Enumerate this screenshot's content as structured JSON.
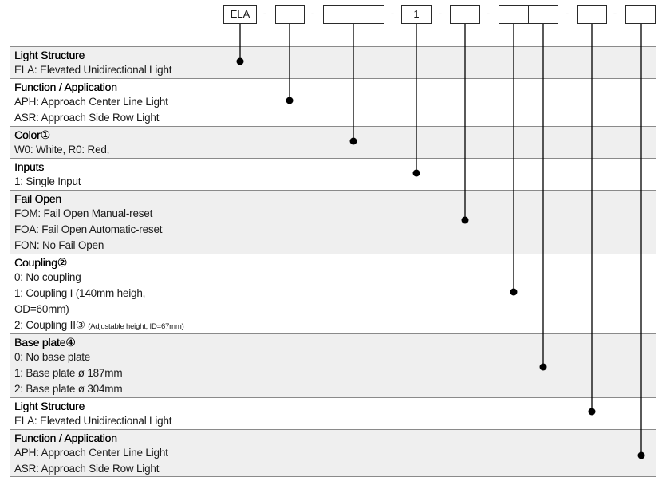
{
  "code": {
    "boxes": [
      "ELA",
      "",
      "",
      "1",
      "",
      "",
      "",
      "",
      ""
    ],
    "dash": "-"
  },
  "rows": [
    {
      "title": "Light Structure",
      "items": [
        "ELA: Elevated Unidirectional Light"
      ]
    },
    {
      "title": "Function / Application",
      "items": [
        "APH: Approach Center Line Light",
        "ASR: Approach Side Row Light"
      ]
    },
    {
      "title": "Color①",
      "items": [
        "W0: White, R0: Red,"
      ]
    },
    {
      "title": "Inputs",
      "items": [
        "1: Single Input"
      ]
    },
    {
      "title": "Fail Open",
      "items": [
        "FOM: Fail Open Manual-reset",
        "FOA: Fail Open Automatic-reset",
        "FON: No Fail Open"
      ]
    },
    {
      "title": "Coupling②",
      "items": [
        "0: No coupling",
        "1: Coupling I (140mm heigh,",
        "OD=60mm)",
        "2: Coupling II③"
      ],
      "note": "(Adjustable height, ID=67mm)"
    },
    {
      "title": "Base plate④",
      "items": [
        "0: No base plate",
        "1: Base plate  ø 187mm",
        "2: Base plate  ø 304mm"
      ]
    },
    {
      "title": "Light Structure",
      "items": [
        "ELA: Elevated Unidirectional Light"
      ]
    },
    {
      "title": "Function / Application",
      "items": [
        "APH: Approach Center Line Light",
        "ASR: Approach Side Row Light"
      ]
    }
  ]
}
